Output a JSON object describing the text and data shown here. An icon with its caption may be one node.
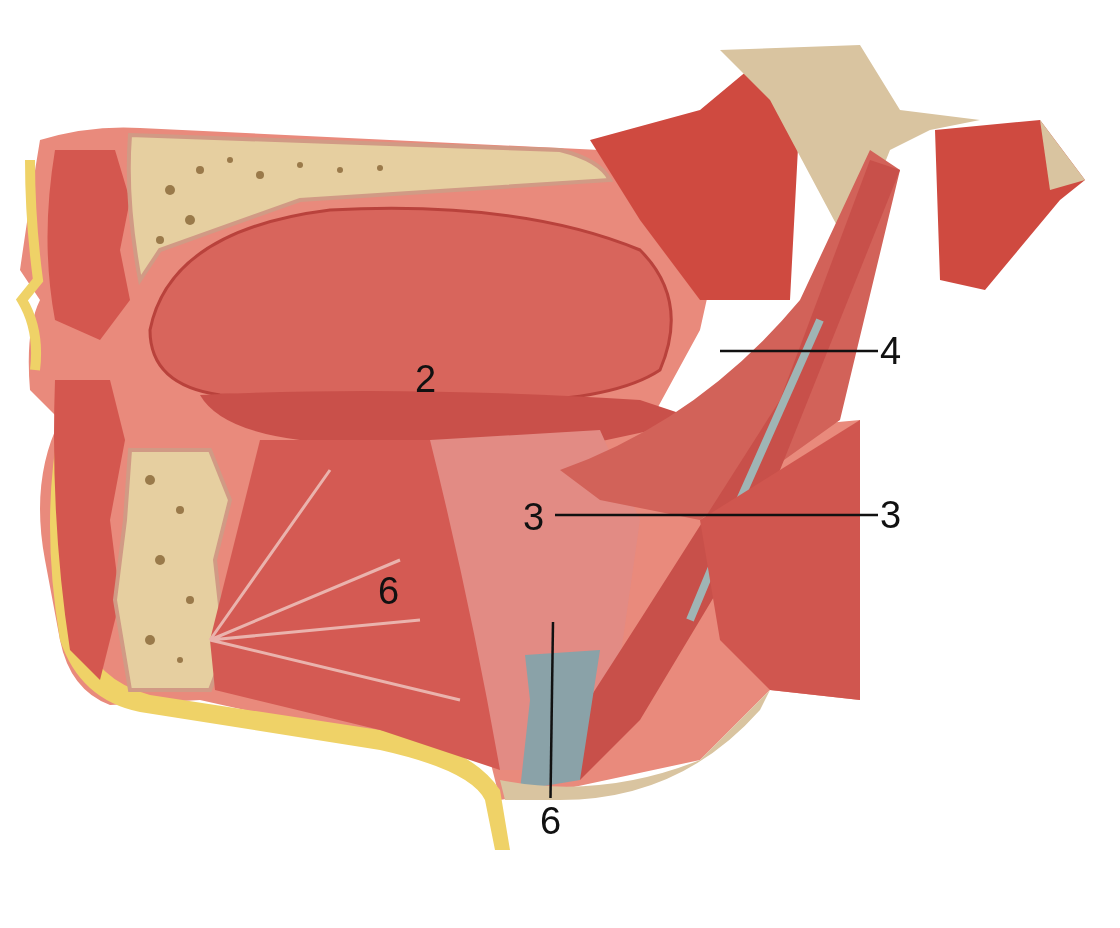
{
  "diagram": {
    "nodes": [
      {
        "text": [
          "4"
        ]
      },
      {
        "text": [
          "3"
        ]
      },
      {
        "text": [
          "6"
        ]
      }
    ],
    "edges": [
      {
        "from": 0,
        "to": null,
        "arrow": "none"
      },
      {
        "from": 1,
        "to": null,
        "arrow": "none"
      },
      {
        "from": 2,
        "to": null,
        "arrow": "none"
      }
    ],
    "labels": [
      "2",
      "3",
      "6"
    ]
  }
}
